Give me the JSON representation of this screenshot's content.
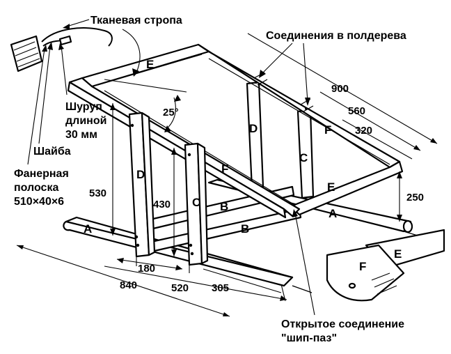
{
  "labels": {
    "strap": "Тканевая стропа",
    "joints_half_wood": "Соединения в полдерева",
    "screw_line1": "Шуруп",
    "screw_line2": "длиной",
    "screw_line3": "30 мм",
    "washer": "Шайба",
    "plywood_line1": "Фанерная",
    "plywood_line2": "полоска",
    "plywood_line3": "510×40×6",
    "open_joint_line1": "Открытое соединение",
    "open_joint_line2": "\"шип-паз\""
  },
  "angle": "25°",
  "dimensions": {
    "d900": "900",
    "d560": "560",
    "d320": "320",
    "d530": "530",
    "d430": "430",
    "d250": "250",
    "d180": "180",
    "d840": "840",
    "d520": "520",
    "d305": "305"
  },
  "parts": {
    "A": "A",
    "B": "B",
    "C": "C",
    "D": "D",
    "E": "E",
    "F": "F"
  }
}
